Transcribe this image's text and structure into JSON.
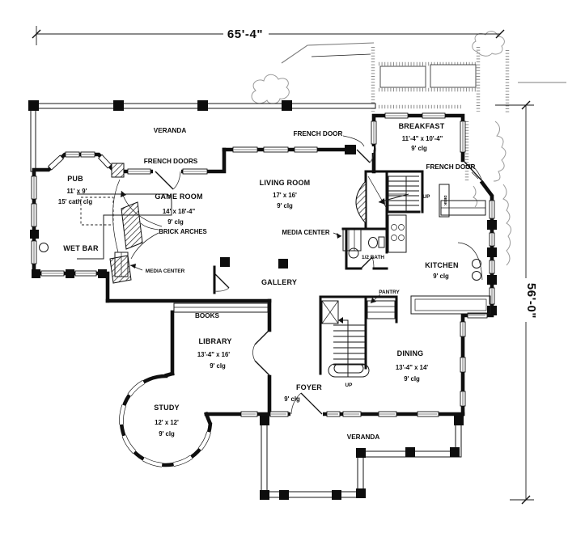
{
  "palette": {
    "wall": "#0f0f0f",
    "garden": "#9a9a9a",
    "background": "#ffffff"
  },
  "dimensions": {
    "top": "65'-4\"",
    "right": "56'-0\""
  },
  "rooms": {
    "veranda_top": {
      "name": "VERANDA"
    },
    "veranda_bottom": {
      "name": "VERANDA"
    },
    "pub": {
      "name": "PUB",
      "dims": "11' x 9'",
      "ceiling": "15' cath clg"
    },
    "game_room": {
      "name": "GAME ROOM",
      "dims": "14' x 18'-4\"",
      "ceiling": "9' clg"
    },
    "living_room": {
      "name": "LIVING ROOM",
      "dims": "17' x 16'",
      "ceiling": "9' clg"
    },
    "breakfast": {
      "name": "BREAKFAST",
      "dims": "11'-4\" x 10'-4\"",
      "ceiling": "9' clg"
    },
    "kitchen": {
      "name": "KITCHEN",
      "ceiling": "9' clg"
    },
    "wet_bar": {
      "name": "WET BAR"
    },
    "gallery": {
      "name": "GALLERY"
    },
    "library": {
      "name": "LIBRARY",
      "dims": "13'-4\" x 16'",
      "ceiling": "9' clg"
    },
    "study": {
      "name": "STUDY",
      "dims": "12' x 12'",
      "ceiling": "9' clg"
    },
    "foyer": {
      "name": "FOYER",
      "ceiling": "9' clg"
    },
    "dining": {
      "name": "DINING",
      "dims": "13'-4\" x 14'",
      "ceiling": "9' clg"
    },
    "half_bath": {
      "name": "1/2 BATH"
    },
    "pantry": {
      "name": "PANTRY"
    }
  },
  "features": {
    "french_doors": "FRENCH DOORS",
    "french_door_top": "FRENCH DOOR",
    "french_door_right": "FRENCH DOOR",
    "media_center_left": "MEDIA CENTER",
    "media_center_main": "MEDIA CENTER",
    "brick_arches": "BRICK ARCHES",
    "books": "BOOKS",
    "desk": "DESK",
    "up_main": "UP",
    "up_back": "UP"
  }
}
